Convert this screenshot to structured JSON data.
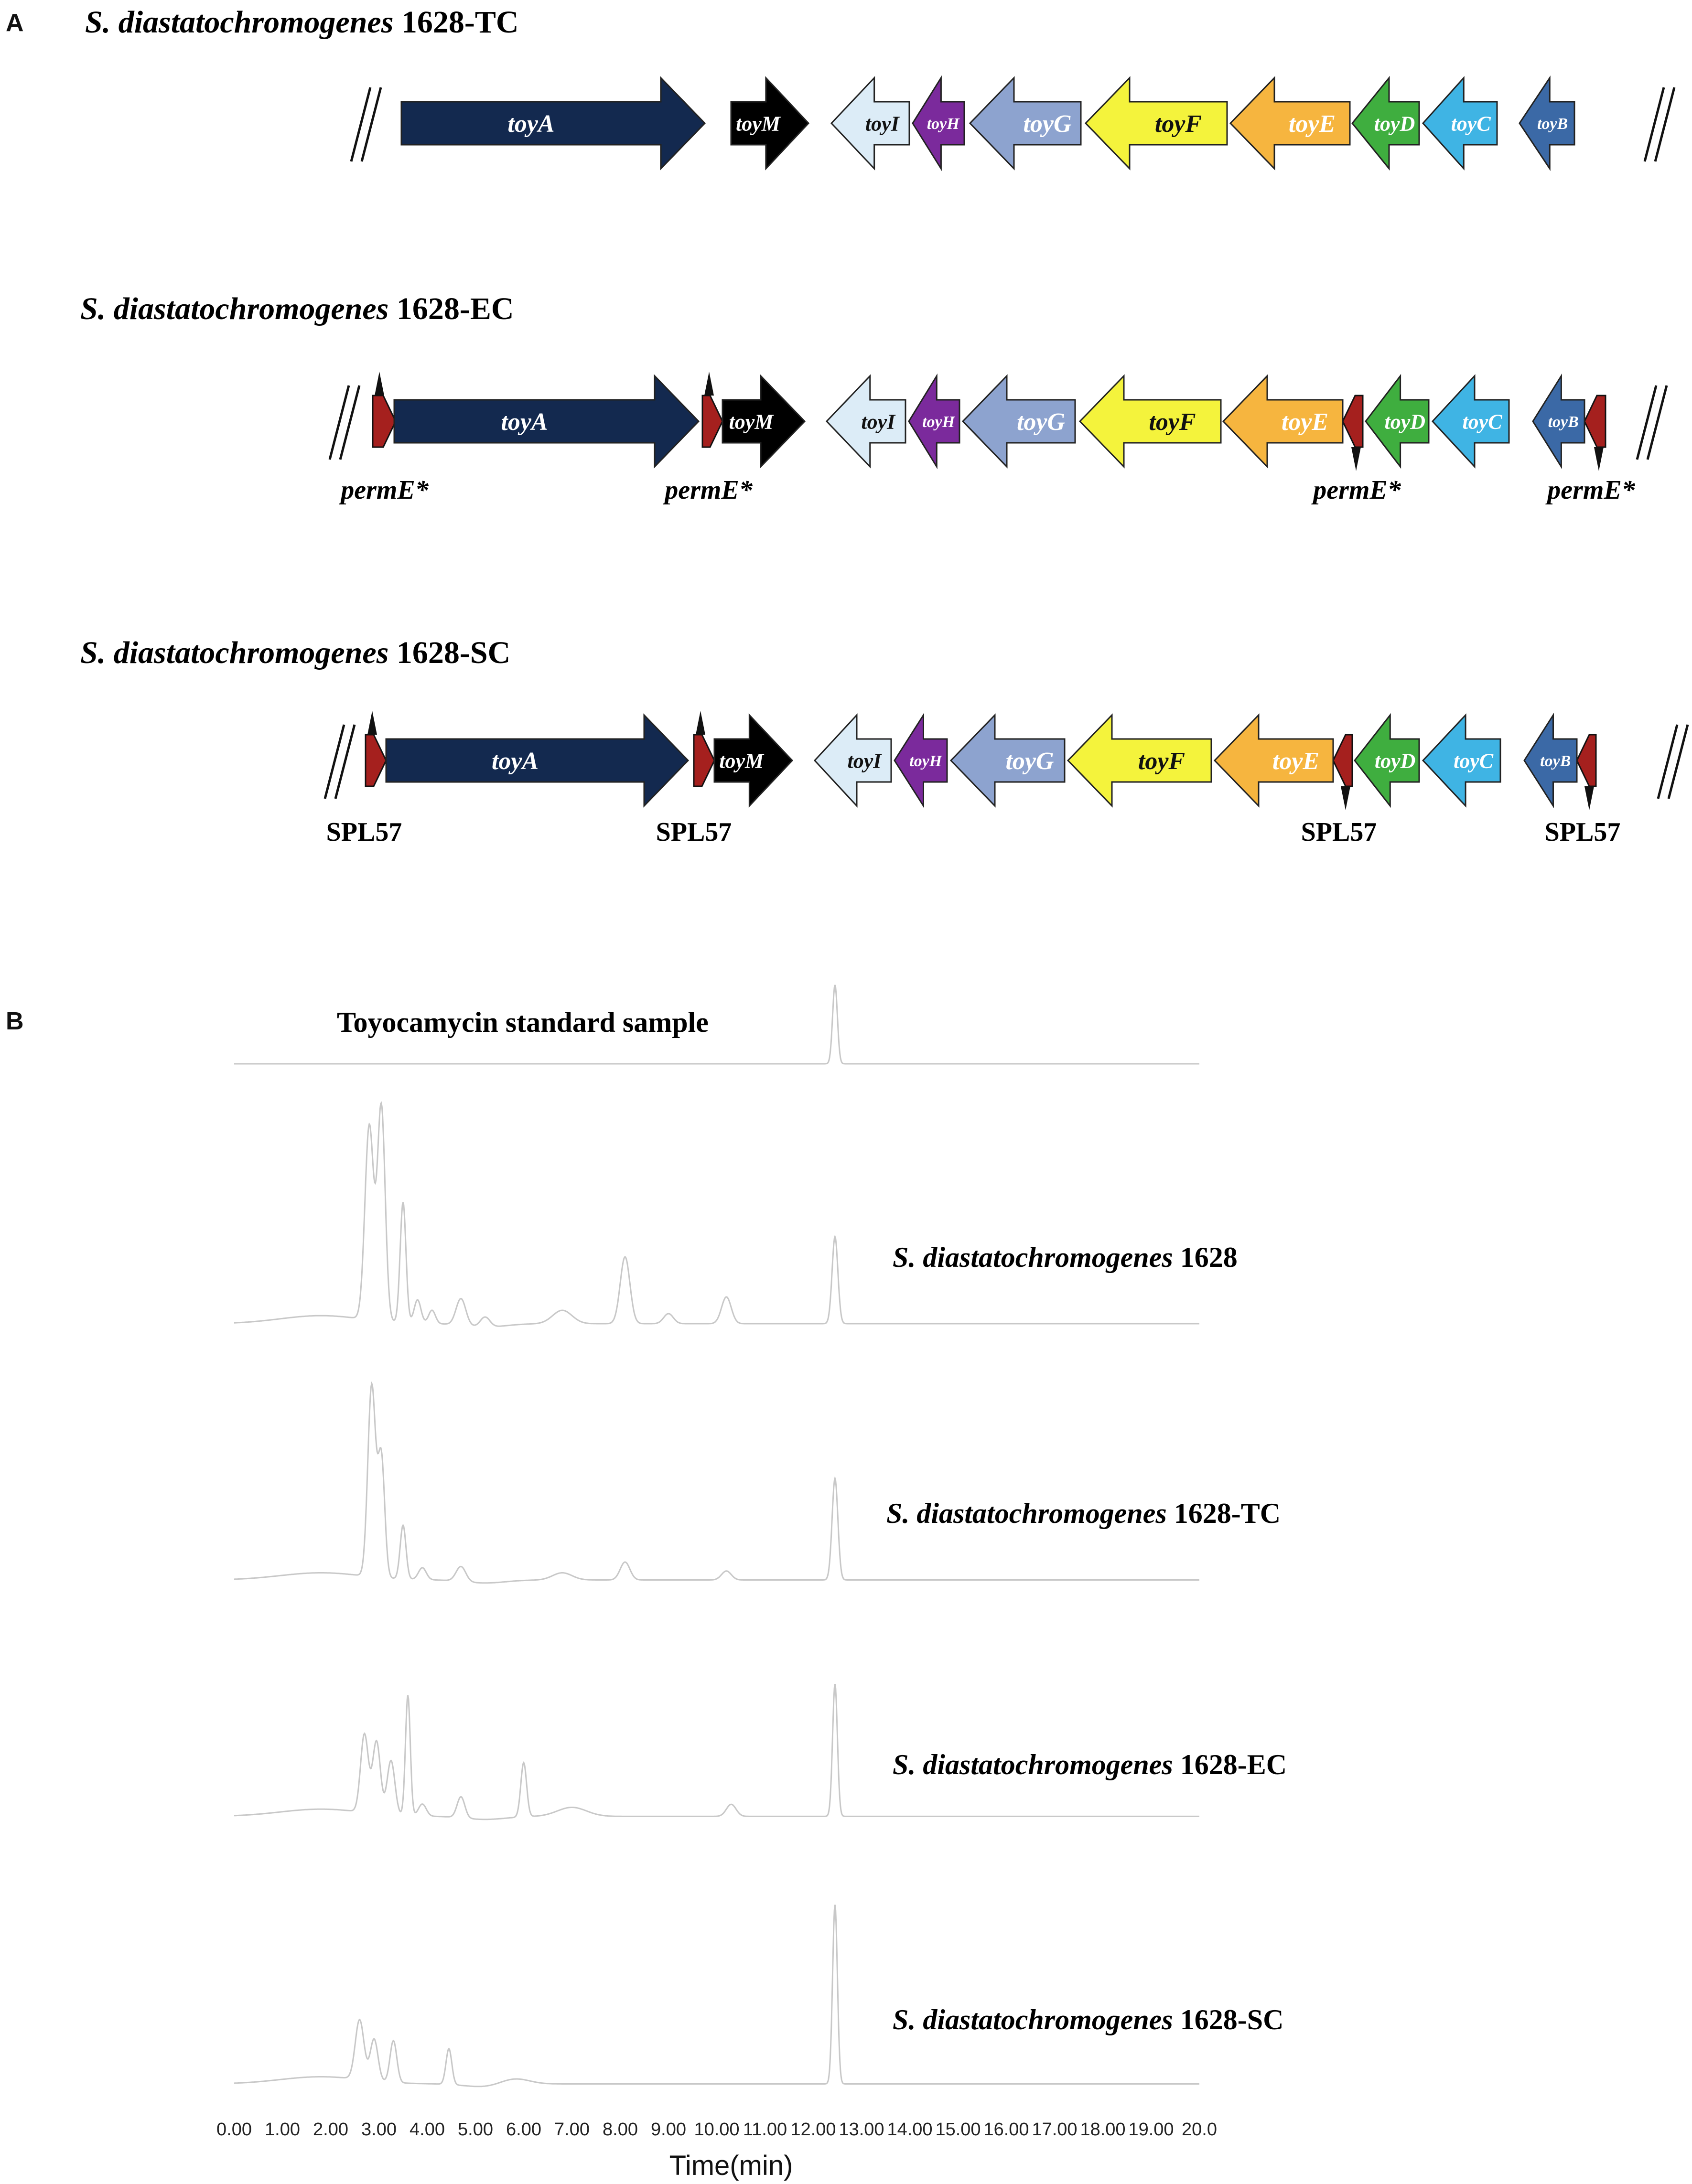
{
  "panels": {
    "a": "A",
    "b": "B"
  },
  "panel_a": {
    "clusters": [
      {
        "id": "TC",
        "species": "S. diastatochromogenes",
        "strain": "1628-TC",
        "promoter_labels": []
      },
      {
        "id": "EC",
        "species": "S. diastatochromogenes",
        "strain": "1628-EC",
        "promoter_labels": [
          "permE*",
          "permE*",
          "permE*",
          "permE*"
        ]
      },
      {
        "id": "SC",
        "species": "S. diastatochromogenes",
        "strain": "1628-SC",
        "promoter_labels": [
          "SPL57",
          "SPL57",
          "SPL57",
          "SPL57"
        ]
      }
    ],
    "genes": [
      {
        "name": "toyA",
        "direction": "forward",
        "color": "#13294f",
        "text_color": "#ffffff"
      },
      {
        "name": "toyM",
        "direction": "forward",
        "color": "#000000",
        "text_color": "#ffffff"
      },
      {
        "name": "toyI",
        "direction": "reverse",
        "color": "#dcecf7",
        "text_color": "#111111"
      },
      {
        "name": "toyH",
        "direction": "reverse",
        "color": "#7b2a9c",
        "text_color": "#ffffff"
      },
      {
        "name": "toyG",
        "direction": "reverse",
        "color": "#8da3cf",
        "text_color": "#ffffff"
      },
      {
        "name": "toyF",
        "direction": "reverse",
        "color": "#f4f33c",
        "text_color": "#111111"
      },
      {
        "name": "toyE",
        "direction": "reverse",
        "color": "#f6b53f",
        "text_color": "#ffffff"
      },
      {
        "name": "toyD",
        "direction": "reverse",
        "color": "#3fae3f",
        "text_color": "#ffffff"
      },
      {
        "name": "toyC",
        "direction": "reverse",
        "color": "#3fb4e4",
        "text_color": "#ffffff"
      },
      {
        "name": "toyB",
        "direction": "reverse",
        "color": "#3b69a6",
        "text_color": "#ffffff"
      }
    ],
    "promoter_color": "#a5201e"
  },
  "panel_b": {
    "chart_data": {
      "type": "line",
      "x_ticks": [
        "0.00",
        "1.00",
        "2.00",
        "3.00",
        "4.00",
        "5.00",
        "6.00",
        "7.00",
        "8.00",
        "9.00",
        "10.00",
        "11.00",
        "12.00",
        "13.00",
        "14.00",
        "15.00",
        "16.00",
        "17.00",
        "18.00",
        "19.00",
        "20.0"
      ],
      "xlim": [
        0,
        20
      ],
      "xlabel": "Time(min)",
      "series": [
        {
          "name": "Toyocamycin standard sample",
          "name_parts": [
            "Toyocamycin standard sample"
          ],
          "baseline": 0.2,
          "peaks": [
            [
              12.45,
              1.0,
              0.05
            ]
          ]
        },
        {
          "name": "S. diastatochromogenes 1628",
          "name_parts": [
            "S. diastatochromogenes",
            "1628"
          ],
          "baseline": 0.1,
          "peaks": [
            [
              2.8,
              2.9,
              0.09
            ],
            [
              3.05,
              3.2,
              0.08
            ],
            [
              3.5,
              1.8,
              0.06
            ],
            [
              3.8,
              0.35,
              0.07
            ],
            [
              4.1,
              0.2,
              0.07
            ],
            [
              4.7,
              0.4,
              0.1
            ],
            [
              5.2,
              0.15,
              0.1
            ],
            [
              6.8,
              0.2,
              0.2
            ],
            [
              8.1,
              1.0,
              0.1
            ],
            [
              9.0,
              0.15,
              0.1
            ],
            [
              10.2,
              0.4,
              0.1
            ],
            [
              12.45,
              1.3,
              0.06
            ]
          ]
        },
        {
          "name": "S. diastatochromogenes 1628-TC",
          "name_parts": [
            "S. diastatochromogenes",
            "1628-TC"
          ],
          "baseline": 0.1,
          "peaks": [
            [
              2.85,
              3.2,
              0.08
            ],
            [
              3.05,
              2.0,
              0.07
            ],
            [
              3.5,
              0.9,
              0.06
            ],
            [
              3.9,
              0.2,
              0.08
            ],
            [
              4.7,
              0.25,
              0.1
            ],
            [
              6.8,
              0.12,
              0.2
            ],
            [
              8.1,
              0.3,
              0.1
            ],
            [
              10.2,
              0.15,
              0.1
            ],
            [
              12.45,
              1.7,
              0.06
            ]
          ]
        },
        {
          "name": "S. diastatochromogenes 1628-EC",
          "name_parts": [
            "S. diastatochromogenes",
            "1628-EC"
          ],
          "baseline": 0.1,
          "peaks": [
            [
              2.7,
              1.3,
              0.08
            ],
            [
              2.95,
              1.2,
              0.08
            ],
            [
              3.25,
              0.9,
              0.08
            ],
            [
              3.6,
              2.0,
              0.05
            ],
            [
              3.9,
              0.2,
              0.08
            ],
            [
              4.7,
              0.35,
              0.08
            ],
            [
              6.0,
              0.9,
              0.06
            ],
            [
              7.0,
              0.15,
              0.3
            ],
            [
              10.3,
              0.2,
              0.1
            ],
            [
              12.45,
              2.2,
              0.05
            ]
          ]
        },
        {
          "name": "S. diastatochromogenes 1628-SC",
          "name_parts": [
            "S. diastatochromogenes",
            "1628-SC"
          ],
          "baseline": 0.1,
          "peaks": [
            [
              2.6,
              1.0,
              0.09
            ],
            [
              2.9,
              0.7,
              0.08
            ],
            [
              3.3,
              0.7,
              0.07
            ],
            [
              4.45,
              0.6,
              0.06
            ],
            [
              5.8,
              0.1,
              0.3
            ],
            [
              12.45,
              3.0,
              0.05
            ]
          ]
        }
      ]
    }
  }
}
